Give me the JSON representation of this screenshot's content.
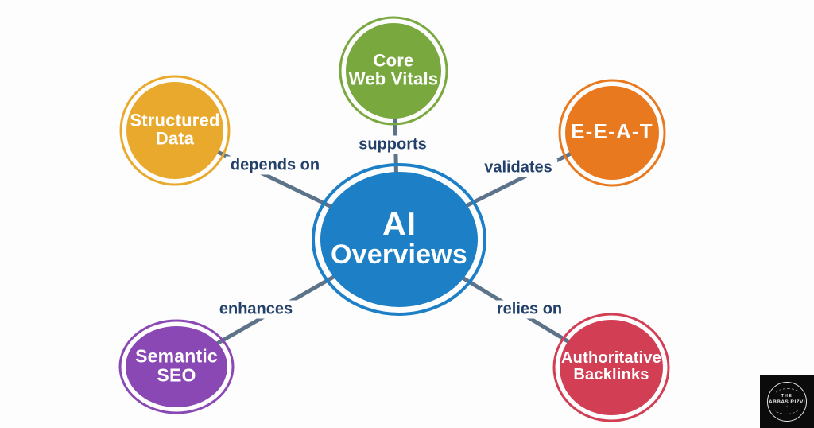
{
  "colors": {
    "background": "#fdfdfd",
    "center": "#1d80c6",
    "core_web_vitals": "#79a83f",
    "structured_data": "#e9a92c",
    "eeat": "#e8791f",
    "semantic_seo": "#8948b3",
    "authoritative_backlinks": "#d23f55",
    "edge_line": "#5d7389",
    "edge_label_text": "#23406a",
    "node_text": "#ffffff"
  },
  "nodes": {
    "center": {
      "line1": "AI",
      "line2": "Overviews"
    },
    "structured_data": {
      "line1": "Structured",
      "line2": "Data"
    },
    "core_web_vitals": {
      "line1": "Core",
      "line2": "Web Vitals"
    },
    "eeat": {
      "line1": "E-E-A-T"
    },
    "semantic_seo": {
      "line1": "Semantic",
      "line2": "SEO"
    },
    "authoritative_backlinks": {
      "line1": "Authoritative",
      "line2": "Backlinks"
    }
  },
  "edges": {
    "depends_on": "depends on",
    "supports": "supports",
    "validates": "validates",
    "enhances": "enhances",
    "relies_on": "relies on"
  },
  "watermark": {
    "line1": "THE",
    "line2": "ABBAS RIZVI",
    "dot": "•"
  }
}
